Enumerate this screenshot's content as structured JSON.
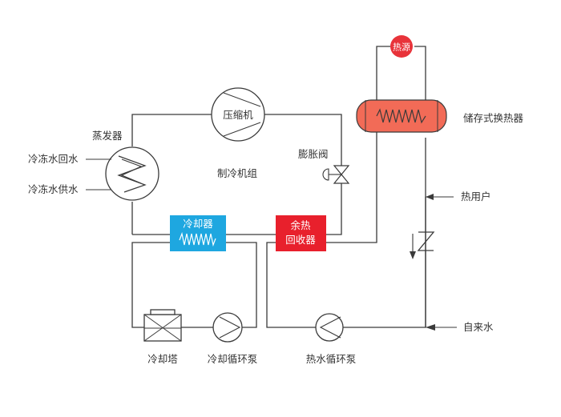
{
  "diagram": {
    "heat_source": "热源",
    "storage_heat_exchanger": "储存式换热器",
    "compressor": "压缩机",
    "evaporator": "蒸发器",
    "chilled_water_return": "冷冻水回水",
    "chilled_water_supply": "冷冻水供水",
    "chiller_unit": "制冷机组",
    "expansion_valve": "膨胀阀",
    "heat_user": "热用户",
    "condenser": "冷却器",
    "heat_recovery_line1": "余热",
    "heat_recovery_line2": "回收器",
    "cooling_tower": "冷却塔",
    "cooling_pump": "冷却循环泵",
    "hot_water_pump": "热水循环泵",
    "tap_water": "自来水"
  },
  "colors": {
    "heat_source_fill": "#e8333a",
    "storage_tank_fill": "#f26b57",
    "condenser_fill": "#1ea7e0",
    "heat_recovery_fill": "#e8202c",
    "line": "#3a3a3a"
  }
}
